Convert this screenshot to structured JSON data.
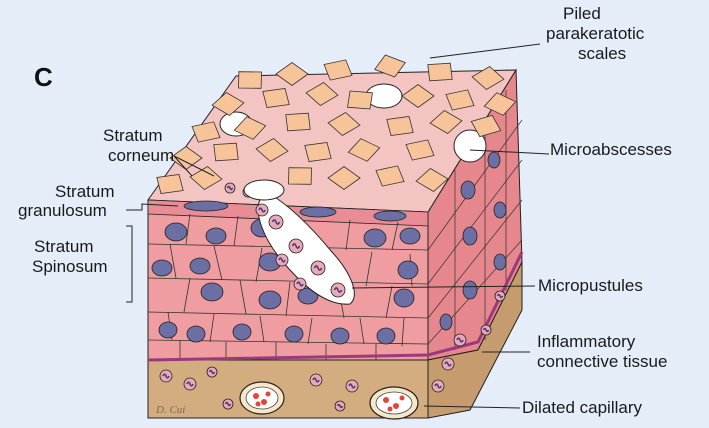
{
  "panel_letter": "C",
  "labels": {
    "piled_scales": [
      "Piled",
      "parakeratotic",
      "scales"
    ],
    "microabscesses": "Microabscesses",
    "stratum_corneum": [
      "Stratum",
      "corneum"
    ],
    "stratum_granulosum": [
      "Stratum",
      "granulosum"
    ],
    "stratum_spinosum": [
      "Stratum",
      "Spinosum"
    ],
    "micropustules": "Micropustules",
    "inflammatory_tissue": [
      "Inflammatory",
      "connective tissue"
    ],
    "dilated_capillary": "Dilated capillary"
  },
  "signature": "D. Cui",
  "colors": {
    "background": "#e4edf8",
    "skin_front": "#ef9da0",
    "skin_side": "#e6868d",
    "top_surface": "#f3c4c2",
    "scale_fill": "#f7c49a",
    "nucleus_fill": "#6b6fa3",
    "dermis": "#d3ad80",
    "basement_membrane": "#9a3a7c",
    "pustule_fill": "#ffffff"
  }
}
